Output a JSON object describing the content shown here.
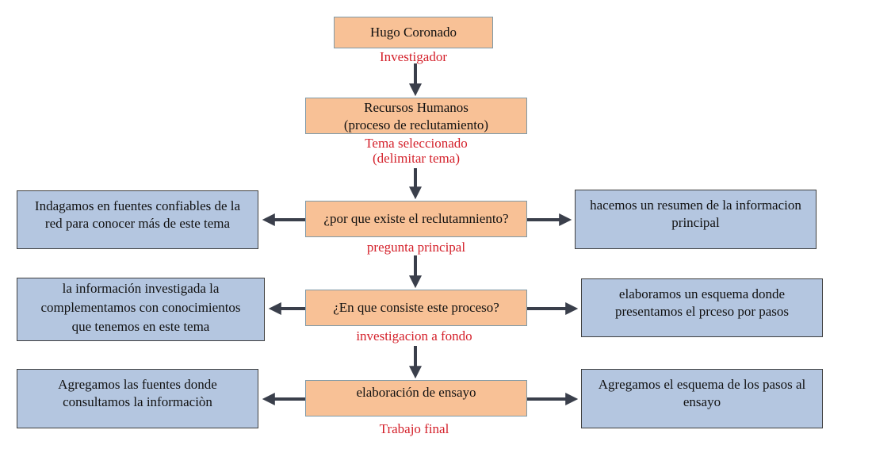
{
  "colors": {
    "center_box": "#f8c196",
    "side_box": "#b4c6e0",
    "label_text": "#d4202a",
    "arrow": "#3a3f4b"
  },
  "nodes": {
    "hugo": {
      "lines": [
        "Hugo Coronado"
      ],
      "label": [
        "Investigador"
      ]
    },
    "recursos": {
      "lines": [
        "Recursos Humanos",
        "(proceso de reclutamiento)"
      ],
      "label": [
        "Tema seleccionado",
        "(delimitar tema)"
      ]
    },
    "porque": {
      "lines": [
        "¿por que existe el reclutamniento?"
      ],
      "label": [
        "pregunta principal"
      ]
    },
    "enque": {
      "lines": [
        "¿En que consiste este proceso?"
      ],
      "label": [
        "investigacion a fondo"
      ]
    },
    "ensayo": {
      "lines": [
        "elaboración de ensayo"
      ],
      "label": [
        "Trabajo final"
      ]
    }
  },
  "side_boxes": {
    "left1": [
      "Indagamos en fuentes confiables de la",
      "red para conocer más de este tema"
    ],
    "right1": [
      "hacemos un resumen de la informacion",
      "principal"
    ],
    "left2": [
      "la información investigada  la",
      "complementamos con conocimientos",
      "que tenemos en este tema"
    ],
    "right2": [
      "elaboramos un esquema donde",
      "presentamos el prceso por pasos"
    ],
    "left3": [
      "Agregamos las fuentes donde",
      "consultamos la informaciòn"
    ],
    "right3": [
      "Agregamos el esquema de los pasos al",
      "ensayo"
    ]
  }
}
